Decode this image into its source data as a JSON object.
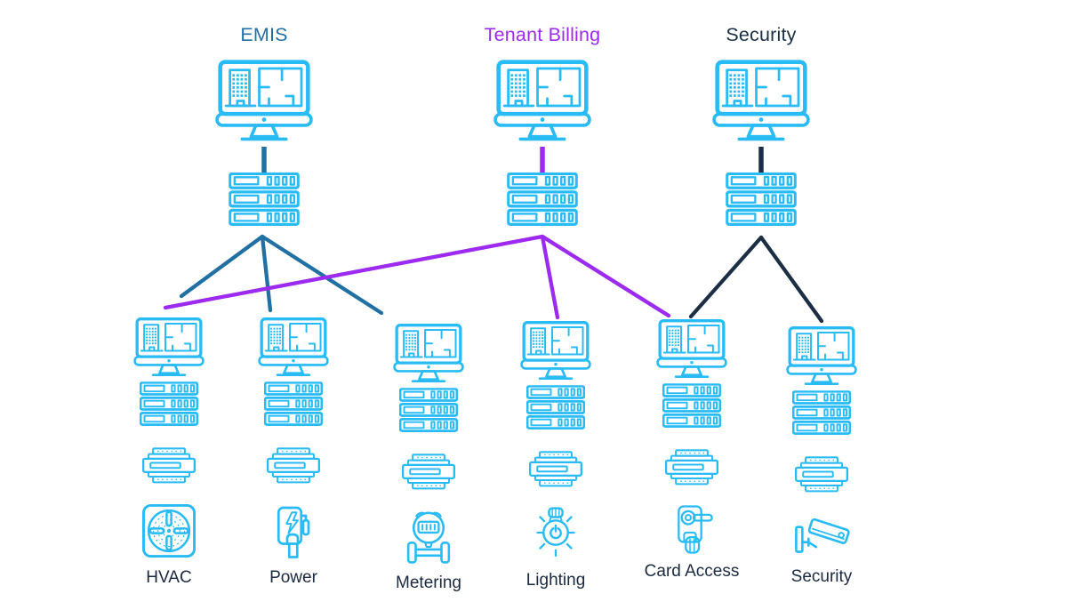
{
  "colors": {
    "background": "#ffffff",
    "icon_cyan": "#28bbf5",
    "emis_blue": "#2170a3",
    "billing_purple": "#9d2af0",
    "security_navy": "#1c2e44",
    "label_navy": "#1b2a41"
  },
  "systems": [
    {
      "id": "emis",
      "label": "EMIS",
      "color": "#2170a3",
      "icons": [
        "monitor-icon",
        "server-stack-icon"
      ]
    },
    {
      "id": "tenant-billing",
      "label": "Tenant Billing",
      "color": "#9d2af0",
      "icons": [
        "monitor-icon",
        "server-stack-icon"
      ]
    },
    {
      "id": "security",
      "label": "Security",
      "color": "#1c2e44",
      "icons": [
        "monitor-icon",
        "server-stack-icon"
      ]
    }
  ],
  "subsystems": [
    {
      "id": "hvac",
      "label": "HVAC",
      "device_icon": "fan-icon",
      "icons": [
        "monitor-icon",
        "server-stack-icon",
        "controller-icon",
        "fan-icon"
      ]
    },
    {
      "id": "power",
      "label": "Power",
      "device_icon": "ev-charger-icon",
      "icons": [
        "monitor-icon",
        "server-stack-icon",
        "controller-icon",
        "ev-charger-icon"
      ]
    },
    {
      "id": "metering",
      "label": "Metering",
      "device_icon": "flow-meter-icon",
      "icons": [
        "monitor-icon",
        "server-stack-icon",
        "controller-icon",
        "flow-meter-icon"
      ]
    },
    {
      "id": "lighting",
      "label": "Lighting",
      "device_icon": "light-bulb-icon",
      "icons": [
        "monitor-icon",
        "server-stack-icon",
        "controller-icon",
        "light-bulb-icon"
      ]
    },
    {
      "id": "card-access",
      "label": "Card Access",
      "device_icon": "door-lock-icon",
      "icons": [
        "monitor-icon",
        "server-stack-icon",
        "controller-icon",
        "door-lock-icon"
      ]
    },
    {
      "id": "security-cam",
      "label": "Security",
      "device_icon": "cctv-camera-icon",
      "icons": [
        "monitor-icon",
        "server-stack-icon",
        "controller-icon",
        "cctv-camera-icon"
      ]
    }
  ],
  "connections": [
    {
      "from": "emis",
      "to": "hvac",
      "color": "#2170a3"
    },
    {
      "from": "emis",
      "to": "power",
      "color": "#2170a3"
    },
    {
      "from": "emis",
      "to": "metering",
      "color": "#2170a3"
    },
    {
      "from": "tenant-billing",
      "to": "hvac",
      "color": "#9d2af0"
    },
    {
      "from": "tenant-billing",
      "to": "lighting",
      "color": "#9d2af0"
    },
    {
      "from": "tenant-billing",
      "to": "card-access",
      "color": "#9d2af0"
    },
    {
      "from": "security",
      "to": "card-access",
      "color": "#1c2e44"
    },
    {
      "from": "security",
      "to": "security-cam",
      "color": "#1c2e44"
    }
  ]
}
